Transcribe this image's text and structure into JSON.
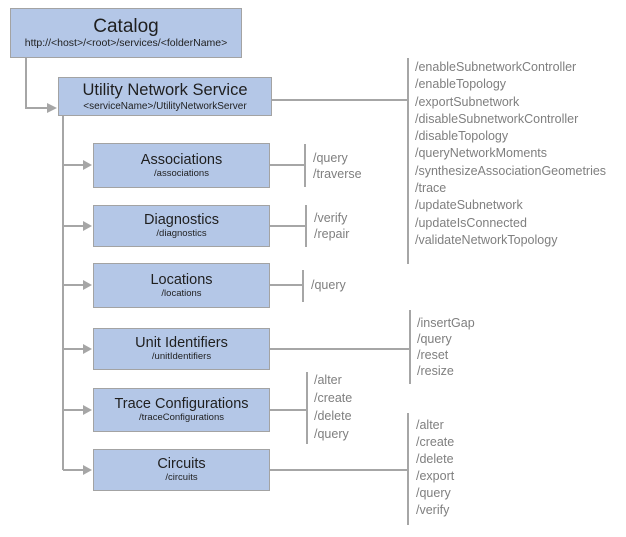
{
  "diagram": {
    "colors": {
      "box_fill": "#b4c7e7",
      "box_border": "#a3a3a3",
      "connector_line": "#a6a6a6",
      "title_text": "#1f1f1f",
      "operation_text": "#7f7f7f"
    },
    "nodes": {
      "catalog": {
        "title": "Catalog",
        "subtitle": "http://<host>/<root>/services/<folderName>"
      },
      "utilityNetworkService": {
        "title": "Utility Network Service",
        "subtitle": "<serviceName>/UtilityNetworkServer",
        "ops": [
          "/enableSubnetworkController",
          "/enableTopology",
          "/exportSubnetwork",
          "/disableSubnetworkController",
          "/disableTopology",
          "/queryNetworkMoments",
          "/synthesizeAssociationGeometries",
          "/trace",
          "/updateSubnetwork",
          "/updateIsConnected",
          "/validateNetworkTopology"
        ]
      },
      "associations": {
        "title": "Associations",
        "subtitle": "/associations",
        "ops": [
          "/query",
          "/traverse"
        ]
      },
      "diagnostics": {
        "title": "Diagnostics",
        "subtitle": "/diagnostics",
        "ops": [
          "/verify",
          "/repair"
        ]
      },
      "locations": {
        "title": "Locations",
        "subtitle": "/locations",
        "ops": [
          "/query"
        ]
      },
      "unitIdentifiers": {
        "title": "Unit Identifiers",
        "subtitle": "/unitIdentifiers",
        "ops": [
          "/insertGap",
          "/query",
          "/reset",
          "/resize"
        ]
      },
      "traceConfigurations": {
        "title": "Trace Configurations",
        "subtitle": "/traceConfigurations",
        "ops": [
          "/alter",
          "/create",
          "/delete",
          "/query"
        ]
      },
      "circuits": {
        "title": "Circuits",
        "subtitle": "/circuits",
        "ops": [
          "/alter",
          "/create",
          "/delete",
          "/export",
          "/query",
          "/verify"
        ]
      }
    }
  }
}
